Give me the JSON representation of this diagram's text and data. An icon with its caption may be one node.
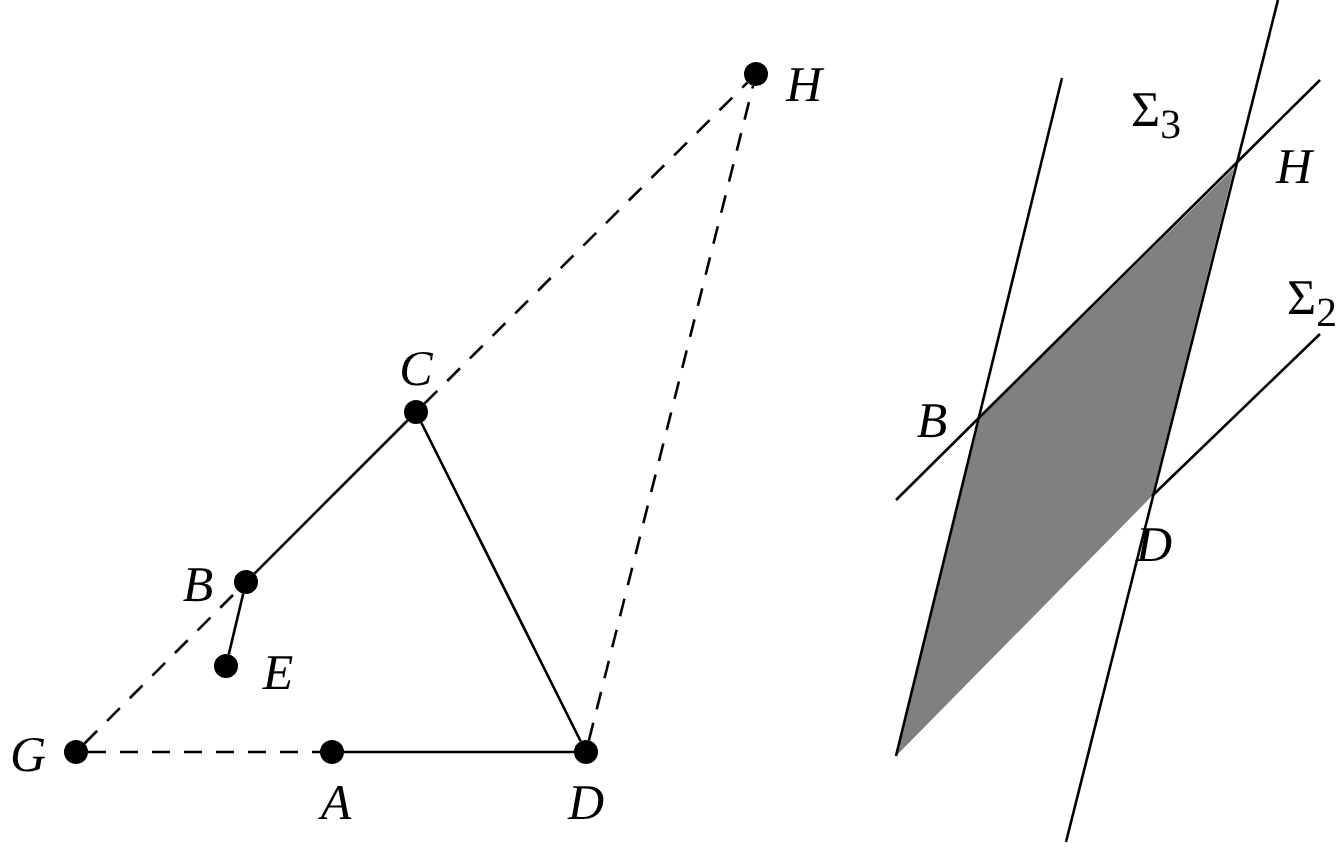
{
  "diagram": {
    "nodes": [
      {
        "text": [
          "H"
        ]
      },
      {
        "text": [
          "C"
        ]
      },
      {
        "text": [
          "B"
        ]
      },
      {
        "text": [
          "E"
        ]
      },
      {
        "text": [
          "G"
        ]
      },
      {
        "text": [
          "A"
        ]
      },
      {
        "text": [
          "D"
        ]
      }
    ],
    "edges": [
      {
        "from": 1,
        "to": 2,
        "arrow": "none"
      },
      {
        "from": 2,
        "to": 3,
        "arrow": "none"
      },
      {
        "from": 1,
        "to": 6,
        "arrow": "none"
      },
      {
        "from": 5,
        "to": 6,
        "arrow": "none"
      },
      {
        "from": 4,
        "to": 5,
        "arrow": "none",
        "style": "dashed"
      },
      {
        "from": 4,
        "to": 2,
        "arrow": "none",
        "style": "dashed"
      },
      {
        "from": 1,
        "to": 0,
        "arrow": "none",
        "style": "dashed"
      },
      {
        "from": 6,
        "to": 0,
        "arrow": "none",
        "style": "dashed"
      }
    ],
    "labels": [
      "Σ$_{3}$",
      "H",
      "Σ$_{2}$",
      "B",
      "D"
    ]
  }
}
